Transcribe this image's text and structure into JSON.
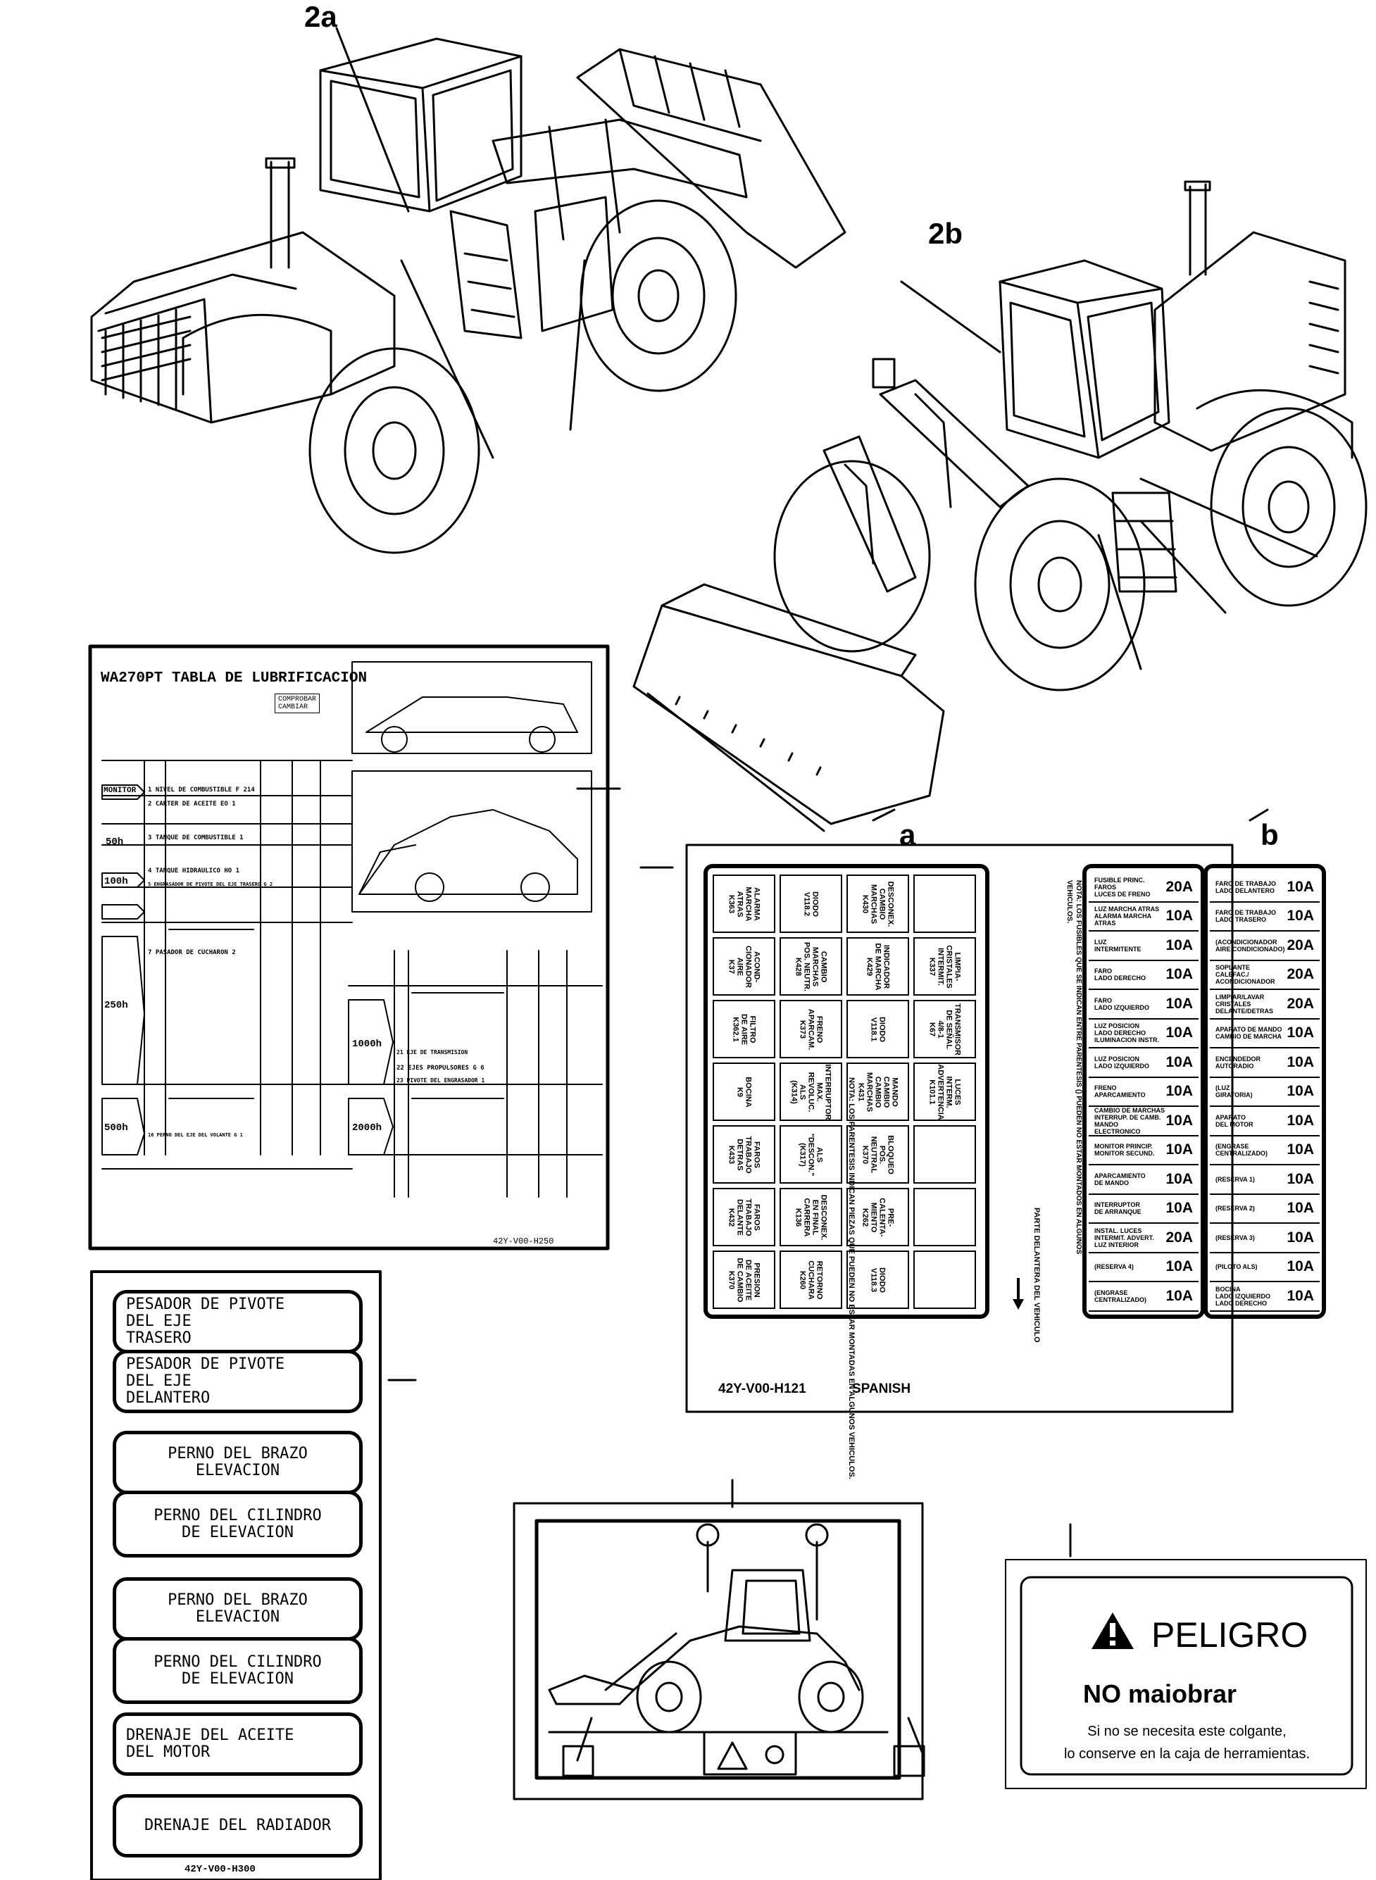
{
  "callouts": {
    "label_2a": "2a",
    "label_2b": "2b",
    "label_a": "a",
    "label_b": "b"
  },
  "lubrication_chart": {
    "title": "WA270PT TABLA DE LUBRIFICACION",
    "corner_tag": "COMPROBAR\nCAMBIAR",
    "interval_labels": [
      "MONITOR",
      "50h",
      "100h",
      "250h",
      "500h",
      "1000h",
      "2000h"
    ],
    "items": [
      {
        "num": "1",
        "name": "NIVEL DE COMBUSTIBLE",
        "type": "F",
        "qty": "214"
      },
      {
        "num": "2",
        "name": "CARTER DE ACEITE",
        "type": "EO",
        "qty": "1"
      },
      {
        "num": "3",
        "name": "TANQUE DE COMBUSTIBLE",
        "type": "",
        "qty": "1"
      },
      {
        "num": "4",
        "name": "TANQUE HIDRAULICO",
        "type": "HO",
        "qty": "1"
      },
      {
        "num": "5",
        "name": "ENGRASADOR DE PIVOTE DEL EJE TRASERO",
        "type": "G",
        "qty": "2"
      },
      {
        "num": "7",
        "name": "PASADOR DE CUCHARON",
        "type": "",
        "qty": "2"
      },
      {
        "num": "16",
        "name": "PERNO DEL EJE DEL VOLANTE",
        "type": "G",
        "qty": "1"
      },
      {
        "num": "21",
        "name": "EJE DE TRANSMISION",
        "type": "",
        "qty": ""
      },
      {
        "num": "22",
        "name": "EJES PROPULSORES",
        "type": "G",
        "qty": "6"
      },
      {
        "num": "23",
        "name": "PIVOTE DEL ENGRASADOR",
        "type": "",
        "qty": "1"
      }
    ],
    "code": "42Y-V00-H250"
  },
  "tags_panel": {
    "tags": [
      "PESADOR DE PIVOTE\nDEL EJE\nTRASERO",
      "PESADOR DE PIVOTE\nDEL EJE\nDELANTERO",
      "PERNO DEL BRAZO\nELEVACION",
      "PERNO DEL CILINDRO\nDE ELEVACION",
      "PERNO DEL BRAZO\nELEVACION",
      "PERNO DEL CILINDRO\nDE ELEVACION",
      "DRENAJE DEL ACEITE\nDEL MOTOR",
      "DRENAJE DEL RADIADOR"
    ],
    "code": "42Y-V00-H300"
  },
  "fuse_panel": {
    "relays": [
      [
        "ALARMA\nMARCHA\nATRAS\nK363",
        "DIODO\nV118.2",
        "DESCONEX.\nCAMBIO\nMARCHAS\nK430",
        ""
      ],
      [
        "ACOND-\nCIONADOR\nAIRE\nK37",
        "CAMBIO\nMARCHAS\nPOS. NEUTR.\nK428",
        "INDICADOR\nDE MARCHA\nK429",
        "LIMPIA-\nCRISTALES\nINTERMIT.\nK337"
      ],
      [
        "FILTRO\nDE AIRE\nK362.1",
        "FRENO\nAPARCAM.\nK373",
        "DIODO\nV118.1",
        "TRANSMISOR\nDE SEÑAL\n4/8-1\nK67"
      ],
      [
        "BOCINA\nK9",
        "INTERRUPTOR\nMAX.\nREVOLUC.\nALS\n(K314)",
        "MANDO\nCAMBIO\nCAMBIO\nMARCHAS\nK431",
        "LUCES\nINTERM.\nADVERTENCIA\nK101.1"
      ],
      [
        "FAROS\nTRABAJO\nDETRAS\nK433",
        "ALS\n\"DESCON.\"\n(K317)",
        "BLOQUEO\nPOS.\nNEUTRAL\nK370",
        ""
      ],
      [
        "FAROS\nTRABAJO\nDELANTE\nK432",
        "DESCONEX.\nEN FINAL\nCARRERA\nK136",
        "PRE-\nCALENTA-\nMIENTO\nK262",
        ""
      ],
      [
        "PRESION\nDE ACEITE\nDE CAMBIO\nK370",
        "RETORNO\nCUCHARA\nK260",
        "DIODO\nV118.3",
        ""
      ]
    ],
    "note_relays": "NOTA: LOS PARENTESIS INDICAN PIEZAS QUE PUEDEN NO ESTAR MONTADAS EN ALGUNOS VEHICULOS.",
    "front_label": "PARTE DELANTERA DEL VEHICULO",
    "note_fuses": "NOTA: LOS FUSIBLES QUE SE INDICAN ENTRE PARENTESIS () PUEDEN NO ESTAR MONTADOS EN ALGUNOS VEHICULOS.",
    "fuses_a": [
      {
        "label": "FUSIBLE PRINC.\nFAROS\nLUCES DE FRENO",
        "amp": "20A"
      },
      {
        "label": "LUZ MARCHA ATRAS\nALARMA MARCHA\nATRAS",
        "amp": "10A"
      },
      {
        "label": "LUZ\nINTERMITENTE",
        "amp": "10A"
      },
      {
        "label": "FARO\nLADO DERECHO",
        "amp": "10A"
      },
      {
        "label": "FARO\nLADO IZQUIERDO",
        "amp": "10A"
      },
      {
        "label": "LUZ POSICION\nLADO DERECHO\nILUMINACION INSTR.",
        "amp": "10A"
      },
      {
        "label": "LUZ POSICION\nLADO IZQUIERDO",
        "amp": "10A"
      },
      {
        "label": "FRENO\nAPARCAMIENTO",
        "amp": "10A"
      },
      {
        "label": "CAMBIO DE MARCHAS\nINTERRUP. DE CAMB.\nMANDO ELECTRONICO",
        "amp": "10A"
      },
      {
        "label": "MONITOR PRINCIP.\nMONITOR SECUND.",
        "amp": "10A"
      },
      {
        "label": "APARCAMIENTO\nDE MANDO",
        "amp": "10A"
      },
      {
        "label": "INTERRUPTOR\nDE ARRANQUE",
        "amp": "10A"
      },
      {
        "label": "INSTAL. LUCES\nINTERMIT. ADVERT.\nLUZ INTERIOR",
        "amp": "20A"
      },
      {
        "label": "(RESERVA 4)",
        "amp": "10A"
      },
      {
        "label": "(ENGRASE\nCENTRALIZADO)",
        "amp": "10A"
      }
    ],
    "fuses_b": [
      {
        "label": "FARO DE TRABAJO\nLADO DELANTERO",
        "amp": "10A"
      },
      {
        "label": "FARO DE TRABAJO\nLADO TRASERO",
        "amp": "10A"
      },
      {
        "label": "(ACONDICIONADOR\nAIRE CONDICIONADO)",
        "amp": "20A"
      },
      {
        "label": "SOPLANTE\nCALEFAC./\nACONDICIONADOR",
        "amp": "20A"
      },
      {
        "label": "LIMPIAR/LAVAR\nCRISTALES\nDELANTE/DETRAS",
        "amp": "20A"
      },
      {
        "label": "APARATO DE MANDO\nCAMBIO DE MARCHA",
        "amp": "10A"
      },
      {
        "label": "ENCENDEDOR\nAUTORADIO",
        "amp": "10A"
      },
      {
        "label": "(LUZ\nGIRATORIA)",
        "amp": "10A"
      },
      {
        "label": "APARATO\nDEL MOTOR",
        "amp": "10A"
      },
      {
        "label": "(ENGRASE\nCENTRALIZADO)",
        "amp": "10A"
      },
      {
        "label": "(RESERVA 1)",
        "amp": "10A"
      },
      {
        "label": "(RESERVA 2)",
        "amp": "10A"
      },
      {
        "label": "(RESERVA 3)",
        "amp": "10A"
      },
      {
        "label": "(PILOTO ALS)",
        "amp": "10A"
      },
      {
        "label": "BOCINA\nLADO IZQUIERDO\nLADO DERECHO",
        "amp": "10A"
      }
    ],
    "code": "42Y-V00-H121",
    "language": "SPANISH"
  },
  "danger_sign": {
    "heading": "PELIGRO",
    "subheading": "NO maiobrar",
    "line1": "Si no se necesita este colgante,",
    "line2": "lo conserve en la caja de herramientas."
  }
}
